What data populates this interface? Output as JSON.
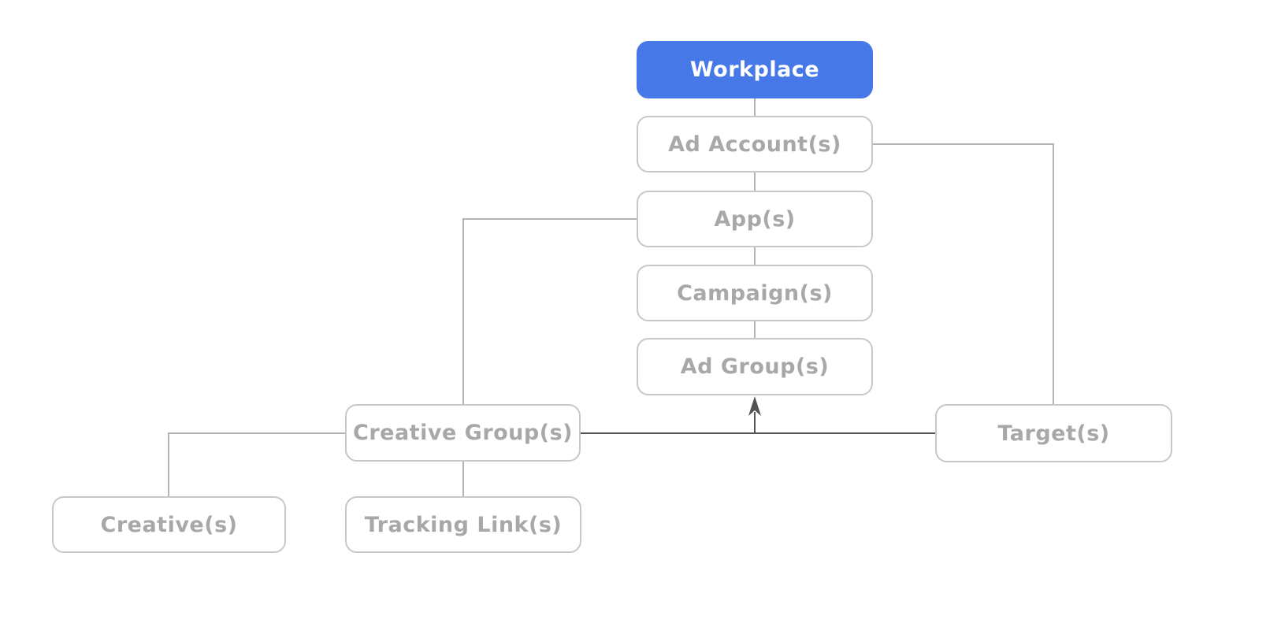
{
  "diagram": {
    "type": "flowchart",
    "nodes": {
      "workplace": {
        "label": "Workplace",
        "emphasis": "primary"
      },
      "ad_accounts": {
        "label": "Ad Account(s)"
      },
      "apps": {
        "label": "App(s)"
      },
      "campaigns": {
        "label": "Campaign(s)"
      },
      "ad_groups": {
        "label": "Ad Group(s)"
      },
      "creative_groups": {
        "label": "Creative Group(s)"
      },
      "targets": {
        "label": "Target(s)"
      },
      "creatives": {
        "label": "Creative(s)"
      },
      "tracking_links": {
        "label": "Tracking Link(s)"
      }
    },
    "edges": [
      {
        "from": "workplace",
        "to": "ad_accounts",
        "style": "plain"
      },
      {
        "from": "ad_accounts",
        "to": "apps",
        "style": "plain"
      },
      {
        "from": "apps",
        "to": "campaigns",
        "style": "plain"
      },
      {
        "from": "campaigns",
        "to": "ad_groups",
        "style": "plain"
      },
      {
        "from": "ad_accounts",
        "to": "targets",
        "style": "plain"
      },
      {
        "from": "apps",
        "to": "creative_groups",
        "style": "plain"
      },
      {
        "from": "creative_groups",
        "to": "creatives",
        "style": "plain"
      },
      {
        "from": "creative_groups",
        "to": "tracking_links",
        "style": "plain"
      },
      {
        "from": "creative_groups",
        "to": "targets",
        "style": "emphasized"
      },
      {
        "from": "creative_groups",
        "to": "ad_groups",
        "style": "emphasized-arrow"
      }
    ],
    "colors": {
      "primary_node_fill": "#4678e8",
      "primary_node_text": "#ffffff",
      "node_border": "#c8c8c8",
      "node_text": "#a8a8a8",
      "edge_plain": "#b3b3b3",
      "edge_emphasized": "#545454",
      "background": "#ffffff"
    }
  }
}
